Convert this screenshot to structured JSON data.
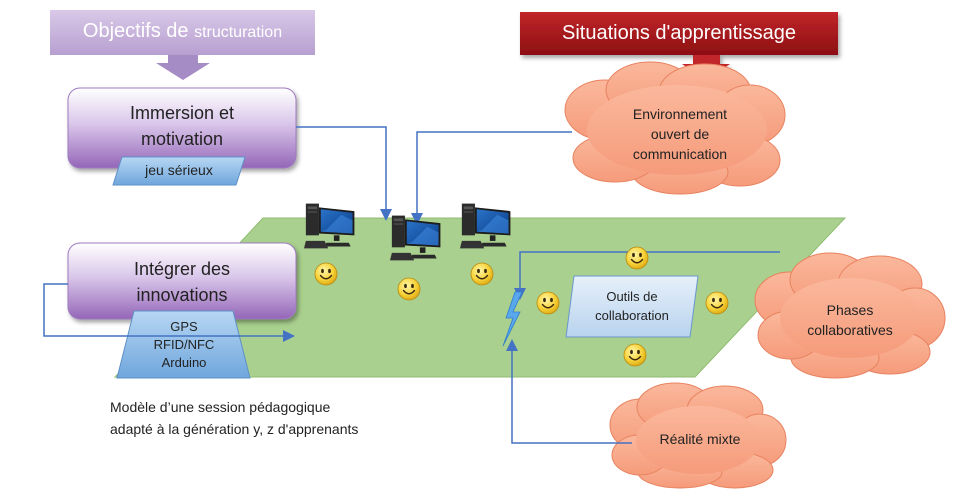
{
  "headers": {
    "objectifs_prefix": "Objectifs de ",
    "objectifs_suffix": "structuration",
    "situations": "Situations d'apprentissage"
  },
  "boxes": {
    "immersion_line1": "Immersion et",
    "immersion_line2": "motivation",
    "jeu_serieux": "jeu sérieux",
    "integrer_line1": "Intégrer des",
    "integrer_line2": "innovations",
    "tech_line1": "GPS",
    "tech_line2": "RFID/NFC",
    "tech_line3": "Arduino",
    "outils_line1": "Outils de",
    "outils_line2": "collaboration"
  },
  "clouds": {
    "env_line1": "Environnement",
    "env_line2": "ouvert de",
    "env_line3": "communication",
    "phases_line1": "Phases",
    "phases_line2": "collaboratives",
    "realite": "Réalité mixte"
  },
  "caption": {
    "line1": "Modèle d’une session pédagogique",
    "line2": "adapté à la génération y, z d'apprenants"
  },
  "colors": {
    "purple_header": "#c9b5dc",
    "red_header": "#a01416",
    "purple_box": "#ae85c8",
    "blue_tab": "#7fb6e6",
    "green_floor": "#a9d08e",
    "salmon_cloud": "#f6a88a",
    "connector": "#4472c4"
  }
}
